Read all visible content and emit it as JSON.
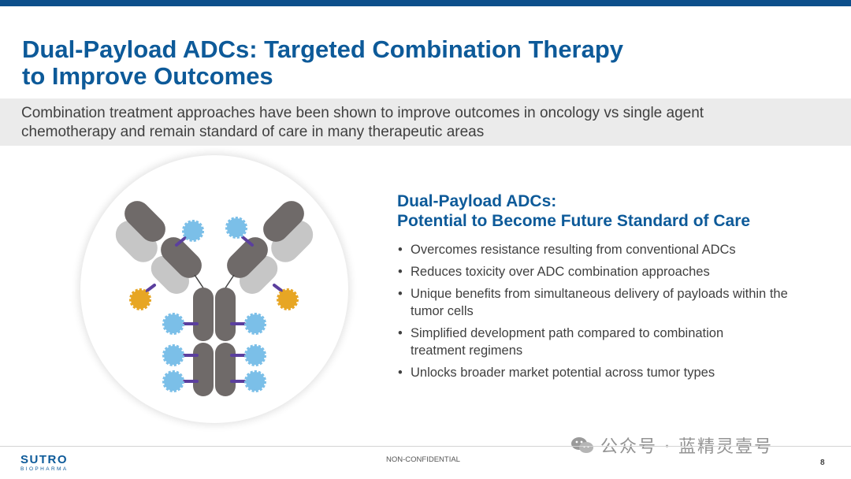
{
  "slide": {
    "title_line1": "Dual-Payload ADCs: Targeted Combination Therapy",
    "title_line2": "to Improve Outcomes",
    "subtitle_line1": "Combination treatment approaches have been shown to improve outcomes in oncology vs single agent",
    "subtitle_line2": "chemotherapy and remain standard of care in many therapeutic areas"
  },
  "content": {
    "heading_line1": "Dual-Payload ADCs:",
    "heading_line2": "Potential to Become Future Standard of Care",
    "bullets": [
      "Overcomes resistance resulting from conventional ADCs",
      "Reduces toxicity over ADC combination approaches",
      "Unique benefits from simultaneous delivery of payloads within the tumor cells",
      "Simplified development path compared to combination treatment regimens",
      "Unlocks broader market potential across tumor types"
    ]
  },
  "illustration": {
    "antibody_dark_color": "#6f6a69",
    "antibody_light_color": "#c6c6c6",
    "linker_color": "#5b3f9e",
    "payload_blue_color": "#7bbfe8",
    "payload_gold_color": "#e7a624"
  },
  "footer": {
    "logo_main": "SUTRO",
    "logo_sub": "BIOPHARMA",
    "confidentiality": "NON-CONFIDENTIAL",
    "page_number": "8"
  },
  "watermark": {
    "icon": "wechat-icon",
    "text": "公众号 · 蓝精灵壹号"
  },
  "colors": {
    "brand_blue": "#0d5a99",
    "top_bar": "#0d4f8b",
    "band_gray": "#ebebeb"
  }
}
